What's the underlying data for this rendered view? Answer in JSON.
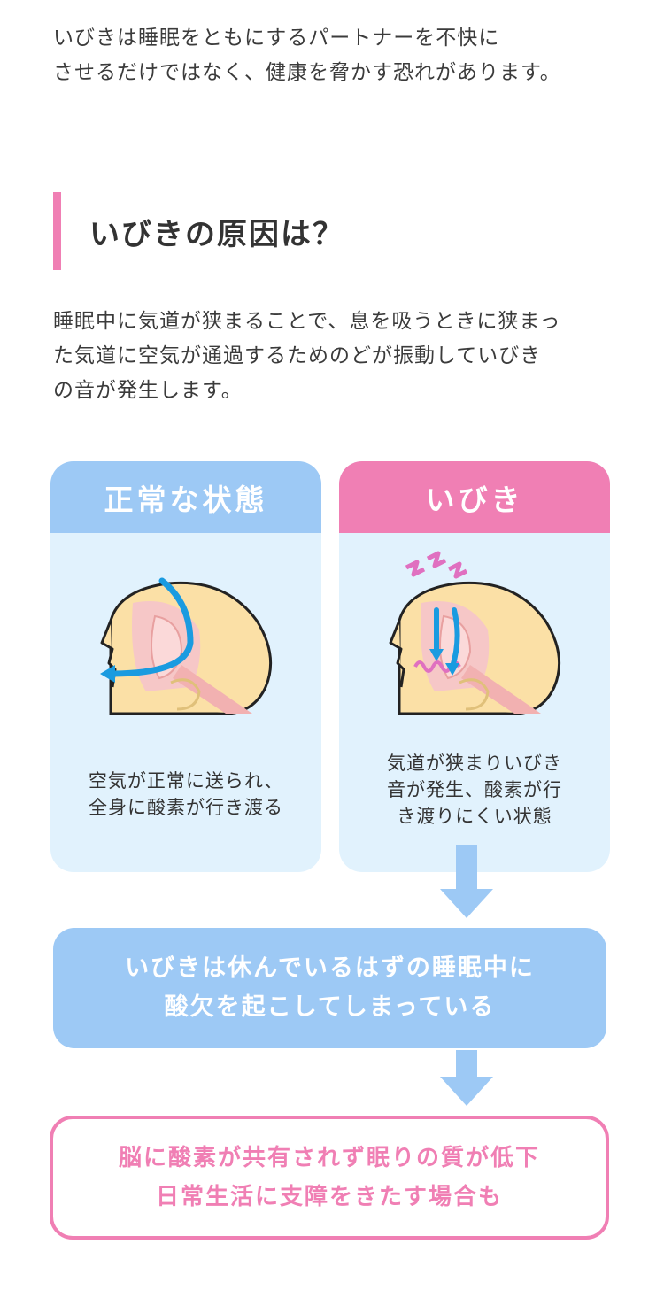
{
  "intro": {
    "line1": "いびきは睡眠をともにするパートナーを不快に",
    "line2": "させるだけではなく、健康を脅かす恐れがあります。"
  },
  "section": {
    "heading": "いびきの原因は？",
    "desc_line1": "睡眠中に気道が狭まることで、息を吸うときに狭まっ",
    "desc_line2": "た気道に空気が通過するためのどが振動していびき",
    "desc_line3": "の音が発生します。"
  },
  "cards": {
    "normal": {
      "title": "正常な状態",
      "text_line1": "空気が正常に送られ、",
      "text_line2": "全身に酸素が行き渡る"
    },
    "snore": {
      "title": "いびき",
      "text_line1": "気道が狭まりいびき",
      "text_line2": "音が発生、酸素が行",
      "text_line3": "き渡りにくい状態"
    }
  },
  "result": {
    "line1": "いびきは休んでいるはずの睡眠中に",
    "line2": "酸欠を起こしてしまっている"
  },
  "effect": {
    "line1": "脳に酸素が共有されず眠りの質が低下",
    "line2": "日常生活に支障をきたす場合も"
  },
  "colors": {
    "accent_pink": "#f07fb4",
    "accent_blue": "#9dc9f5",
    "card_bg": "#e1f2fd",
    "airflow_blue": "#1a9be0",
    "skin": "#fbe0a6"
  },
  "icons": [
    "head-airway-normal-illustration",
    "head-airway-snoring-illustration",
    "sound-zigzag-icon",
    "down-arrow-icon"
  ]
}
